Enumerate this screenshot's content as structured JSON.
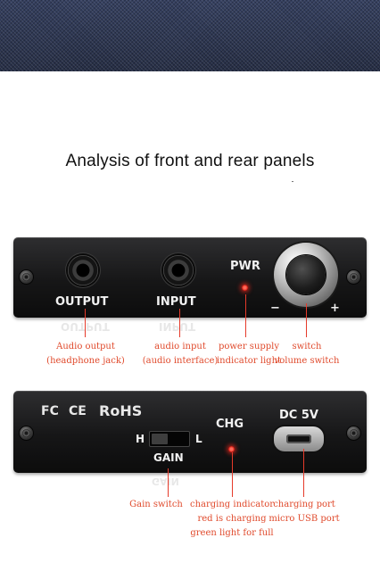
{
  "title": "Analysis of front and rear panels",
  "front_panel": {
    "output_label": "OUTPUT",
    "input_label": "INPUT",
    "power_label": "PWR",
    "knob_minus": "−",
    "knob_plus": "+"
  },
  "rear_panel": {
    "fcc_mark": "FC",
    "ce_mark": "CE",
    "rohs_mark": "RoHS",
    "switch_high": "H",
    "switch_low": "L",
    "gain_label": "GAIN",
    "charge_label": "CHG",
    "dc_label": "DC 5V"
  },
  "front_annotations": [
    {
      "line1": "Audio output",
      "line2": "(headphone jack)"
    },
    {
      "line1": "audio input",
      "line2": "(audio interface)"
    },
    {
      "line1": "power supply",
      "line2": "indicator light"
    },
    {
      "line1": "switch",
      "line2": "volume switch"
    }
  ],
  "rear_annotations": [
    {
      "line1": "Gain switch",
      "line2": "",
      "line3": ""
    },
    {
      "line1": "charging indicator",
      "line2": "red is charging",
      "line3": "green light for full"
    },
    {
      "line1": "charging port",
      "line2": "micro USB port",
      "line3": ""
    }
  ],
  "colors": {
    "annotation": "#e04a2c",
    "led": "#e0241a",
    "panel": "#161617"
  }
}
